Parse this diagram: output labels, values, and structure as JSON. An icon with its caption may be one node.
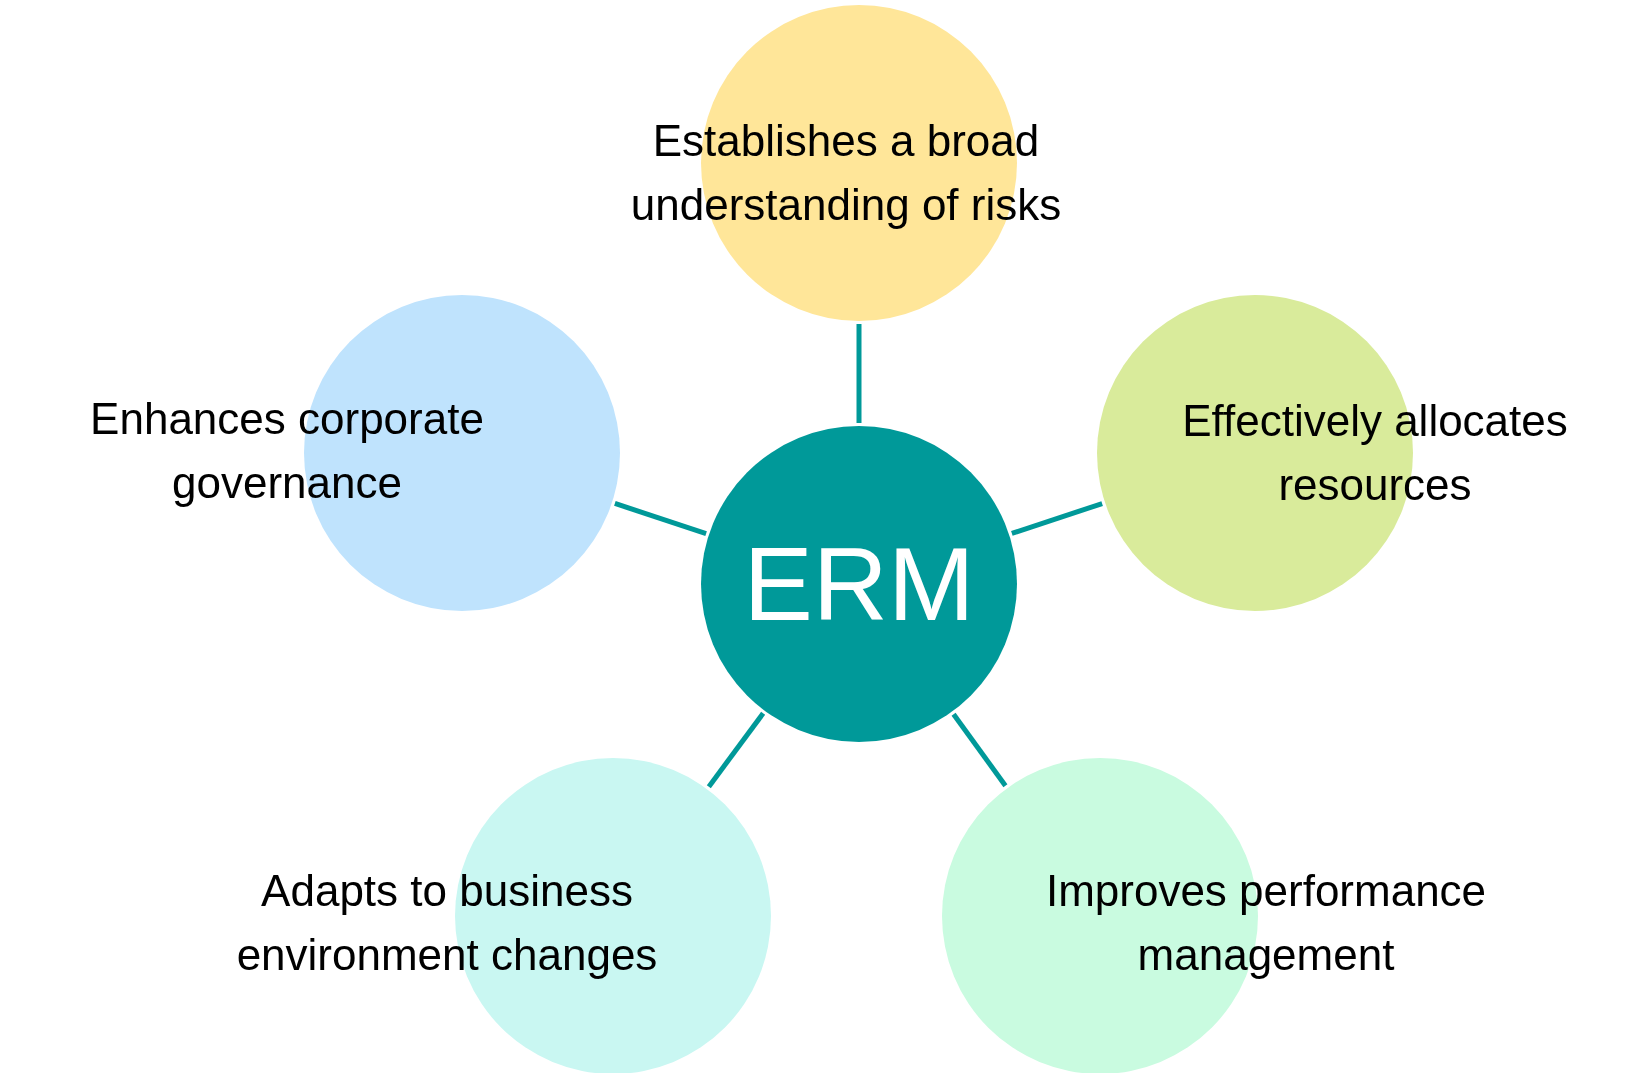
{
  "diagram": {
    "nodes": [
      {
        "text": [
          "Establishes a broad understanding of risks"
        ]
      },
      {
        "text": [
          "Enhances corporate governance"
        ]
      },
      {
        "text": [
          "ERM"
        ]
      },
      {
        "text": [
          "Effectively allocates resources"
        ]
      },
      {
        "text": [
          "Adapts to business environment changes"
        ]
      },
      {
        "text": [
          "Improves performance management"
        ]
      }
    ],
    "edges": [
      {
        "from": 2,
        "to": 0,
        "arrow": "none"
      },
      {
        "from": 2,
        "to": 1,
        "arrow": "none"
      },
      {
        "from": 2,
        "to": 3,
        "arrow": "none"
      },
      {
        "from": 2,
        "to": 4,
        "arrow": "none"
      },
      {
        "from": 2,
        "to": 5,
        "arrow": "none"
      }
    ]
  }
}
